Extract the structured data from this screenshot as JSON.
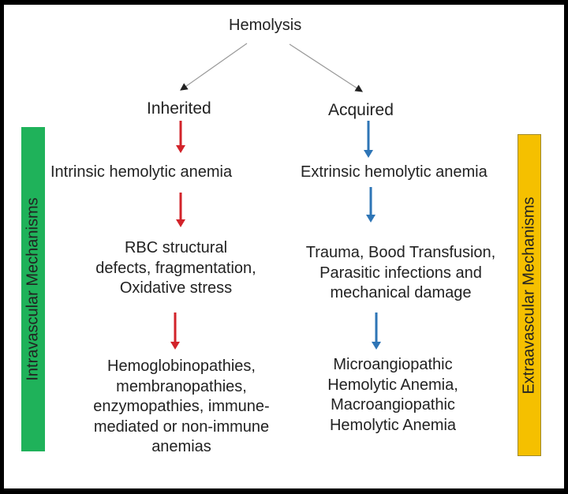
{
  "diagram": {
    "root": "Hemolysis",
    "colors": {
      "inherited_arrow": "#d2232a",
      "acquired_arrow": "#2e75b6",
      "intravascular_bar": "#1fb25a",
      "extravascular_bar": "#f5c000",
      "connector": "#888888"
    },
    "left_branch": {
      "label": "Inherited",
      "steps": [
        "Intrinsic hemolytic anemia",
        [
          "RBC structural",
          "defects, fragmentation,",
          "Oxidative stress"
        ],
        [
          "Hemoglobinopathies,",
          "membranopathies,",
          "enzymopathies, immune-",
          "mediated or non-immune",
          "anemias"
        ]
      ]
    },
    "right_branch": {
      "label": "Acquired",
      "steps": [
        "Extrinsic hemolytic anemia",
        [
          "Trauma, Bood Transfusion,",
          "Parasitic infections and",
          "mechanical damage"
        ],
        [
          "Microangiopathic",
          "Hemolytic Anemia,",
          "Macroangiopathic",
          "Hemolytic Anemia"
        ]
      ]
    },
    "side_labels": {
      "left": "Intravascular Mechanisms",
      "right": "Extraavascular Mechanisms"
    }
  }
}
